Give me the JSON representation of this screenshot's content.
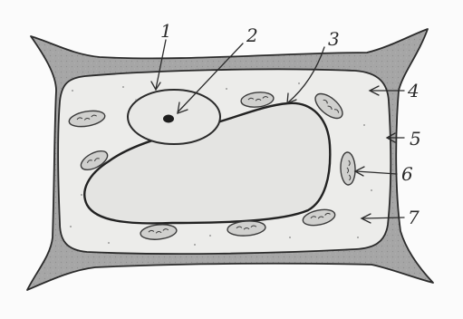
{
  "diagram": {
    "labels": [
      {
        "id": "1",
        "text": "1"
      },
      {
        "id": "2",
        "text": "2"
      },
      {
        "id": "3",
        "text": "3"
      },
      {
        "id": "4",
        "text": "4"
      },
      {
        "id": "5",
        "text": "5"
      },
      {
        "id": "6",
        "text": "6"
      },
      {
        "id": "7",
        "text": "7"
      }
    ]
  },
  "colors": {
    "wall_fill": "#a3a3a3",
    "cytoplasm_fill": "#ececea",
    "vacuole_fill": "#e4e4e2",
    "stroke": "#2b2b2b",
    "paper": "#fbfbfb"
  }
}
